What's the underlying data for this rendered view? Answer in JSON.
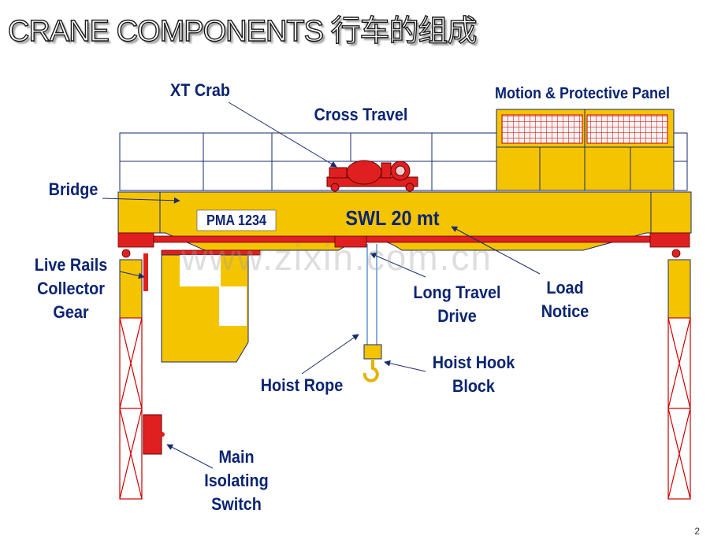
{
  "title": "CRANE COMPONENTS 行车的组成",
  "labels": {
    "xt_crab": "XT Crab",
    "cross_travel": "Cross Travel",
    "motion_panel": "Motion & Protective Panel",
    "bridge": "Bridge",
    "live_rails": "Live Rails\nCollector\nGear",
    "long_travel": "Long Travel\nDrive",
    "load_notice": "Load\nNotice",
    "hoist_rope": "Hoist Rope",
    "hoist_hook": "Hoist Hook\nBlock",
    "main_switch": "Main\nIsolating\nSwitch"
  },
  "bridge_plate": "PMA 1234",
  "swl": "SWL 20 mt",
  "watermark": "www.zixin.com.cn",
  "page_number": "2",
  "colors": {
    "crane_yellow": "#f5c400",
    "crane_red": "#e02020",
    "label_blue": "#0a2472",
    "arrow_navy": "#1a2a6e"
  }
}
